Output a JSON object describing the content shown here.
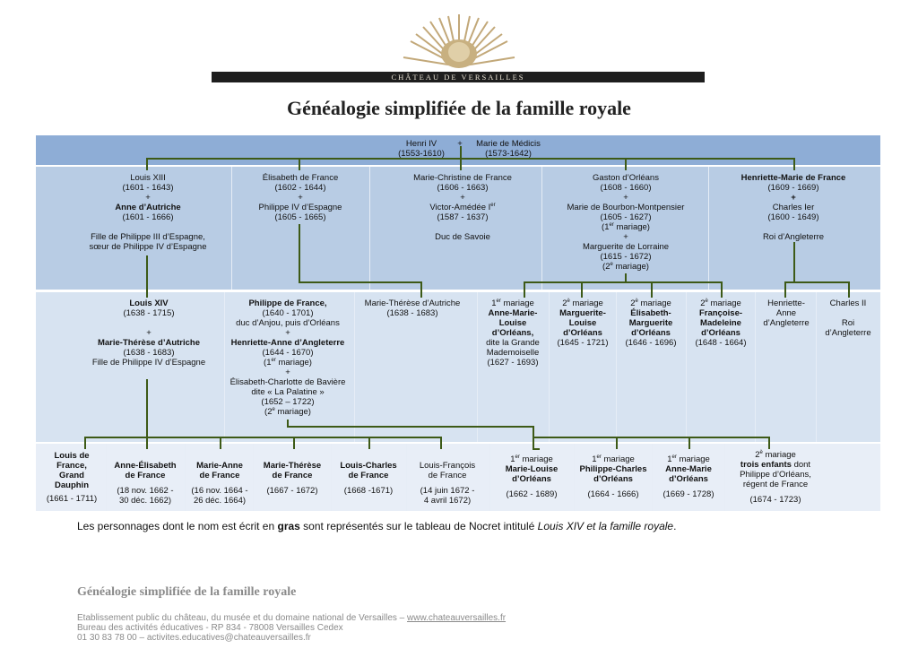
{
  "header": {
    "logo_text": "CHÂTEAU DE VERSAILLES",
    "title": "Généalogie simplifiée de la famille royale"
  },
  "gen1": {
    "henri": "Henri IV",
    "plus": "+",
    "marie": "Marie de Médicis",
    "henri_dates": "(1553-1610)",
    "marie_dates": "(1573-1642)"
  },
  "gen2": {
    "louis13": {
      "name": "Louis XIII",
      "dates": "(1601 - 1643)",
      "plus": "+",
      "spouse": "Anne d’Autriche",
      "spouse_dates": "(1601 - 1666)",
      "note1": "Fille de Philippe III d’Espagne,",
      "note2": "sœur de Philippe IV d’Espagne"
    },
    "elisabeth": {
      "name": "Élisabeth de France",
      "dates": "(1602 - 1644)",
      "plus": "+",
      "spouse": "Philippe IV d’Espagne",
      "spouse_dates": "(1605 - 1665)"
    },
    "christine": {
      "name": "Marie-Christine de France",
      "dates": "(1606 - 1663)",
      "plus": "+",
      "spouse": "Victor-Amédée I",
      "spouse_sup": "er",
      "spouse_dates": "(1587 - 1637)",
      "title": "Duc de Savoie"
    },
    "gaston": {
      "name": "Gaston d’Orléans",
      "dates": "(1608 - 1660)",
      "plus": "+",
      "spouse1": "Marie de Bourbon-Montpensier",
      "spouse1_dates": "(1605 - 1627)",
      "m1": "(1",
      "m1_sup": "er",
      "m1_end": " mariage)",
      "plus2": "+",
      "spouse2": "Marguerite de Lorraine",
      "spouse2_dates": "(1615 - 1672)",
      "m2": "(2",
      "m2_sup": "e",
      "m2_end": " mariage)"
    },
    "henriette": {
      "name": "Henriette-Marie de France",
      "dates": "(1609 - 1669)",
      "plus": "+",
      "spouse": "Charles Ier",
      "spouse_dates": "(1600 - 1649)",
      "title": "Roi d’Angleterre"
    }
  },
  "gen3": {
    "louis14": {
      "name": "Louis XIV",
      "dates": "(1638 - 1715)",
      "plus": "+",
      "spouse": "Marie-Thérèse d’Autriche",
      "spouse_dates": "(1638 - 1683)",
      "note": "Fille de Philippe IV d’Espagne"
    },
    "philippe": {
      "name": "Philippe de France,",
      "dates": "(1640 - 1701)",
      "titles": "duc d’Anjou, puis d’Orléans",
      "plus": "+",
      "spouse1": "Henriette-Anne d’Angleterre",
      "spouse1_dates": "(1644 - 1670)",
      "m1": "(1",
      "m1_sup": "er",
      "m1_end": " mariage)",
      "plus2": "+",
      "spouse2": "Élisabeth-Charlotte de Bavière",
      "spouse2_alias": "dite « La Palatine »",
      "spouse2_dates": "(1652 – 1722)",
      "m2": "(2",
      "m2_sup": "e",
      "m2_end": " mariage)"
    },
    "mt": {
      "name": "Marie-Thérèse d’Autriche",
      "dates": "(1638 - 1683)"
    },
    "ann_louise": {
      "pre": "1",
      "pre_sup": "er",
      "pre_end": " mariage",
      "l1": "Anne-Marie-",
      "l2": "Louise",
      "l3": "d’Orléans,",
      "l4": "dite la Grande",
      "l5": "Mademoiselle",
      "dates": "(1627 - 1693)"
    },
    "marg_louise": {
      "pre": "2",
      "pre_sup": "è",
      "pre_end": " mariage",
      "l1": "Marguerite-",
      "l2": "Louise",
      "l3": "d’Orléans",
      "dates": "(1645 - 1721)"
    },
    "elis_marg": {
      "pre": "2",
      "pre_sup": "è",
      "pre_end": " mariage",
      "l1": "Élisabeth-",
      "l2": "Marguerite",
      "l3": "d’Orléans",
      "dates": "(1646 - 1696)"
    },
    "fran_mad": {
      "pre": "2",
      "pre_sup": "è",
      "pre_end": " mariage",
      "l1": "Françoise-",
      "l2": "Madeleine",
      "l3": "d’Orléans",
      "dates": "(1648 - 1664)"
    },
    "henriette_anne": {
      "l1": "Henriette-",
      "l2": "Anne",
      "l3": "d’Angleterre"
    },
    "charles2": {
      "name": "Charles II",
      "title": "Roi",
      "title2": "d’Angleterre"
    }
  },
  "gen4": {
    "dauphin": {
      "l1": "Louis de",
      "l2": "France,",
      "l3": "Grand",
      "l4": "Dauphin",
      "dates": "(1661 - 1711)"
    },
    "anne_elis": {
      "l1": "Anne-Élisabeth",
      "l2": "de France",
      "d1": "(18 nov. 1662 -",
      "d2": "30 déc. 1662)"
    },
    "marie_anne": {
      "l1": "Marie-Anne",
      "l2": "de France",
      "d1": "(16 nov. 1664 -",
      "d2": "26 déc. 1664)"
    },
    "marie_therese": {
      "l1": "Marie-Thérèse",
      "l2": "de France",
      "dates": "(1667 - 1672)"
    },
    "louis_charles": {
      "l1": "Louis-Charles",
      "l2": "de France",
      "dates": "(1668 -1671)"
    },
    "louis_francois": {
      "l1": "Louis-François",
      "l2": "de France",
      "d1": "(14 juin 1672  -",
      "d2": "4 avril 1672)"
    },
    "marie_louise": {
      "pre": "1",
      "pre_sup": "er",
      "pre_end": " mariage",
      "l1": "Marie-Louise",
      "l2": "d’Orléans",
      "dates": "(1662 - 1689)"
    },
    "philippe_charles": {
      "pre": "1",
      "pre_sup": "er",
      "pre_end": " mariage",
      "l1": "Philippe-Charles",
      "l2": "d’Orléans",
      "dates": "(1664 - 1666)"
    },
    "anne_marie": {
      "pre": "1",
      "pre_sup": "er",
      "pre_end": " mariage",
      "l1": "Anne-Marie",
      "l2": "d’Orléans",
      "dates": "(1669 - 1728)"
    },
    "trois": {
      "pre": "2",
      "pre_sup": "è",
      "pre_end": " mariage",
      "bold": "trois enfants",
      "rest": " dont",
      "l2": "Philippe d’Orléans,",
      "l3": "régent de France",
      "dates": "(1674 - 1723)"
    }
  },
  "note": {
    "p1": "Les personnages dont le nom est écrit en ",
    "bold": "gras",
    "p2": " sont représentés sur le tableau de Nocret intitulé ",
    "italic": "Louis XIV et la famille royale",
    "p3": "."
  },
  "footer": {
    "title": "Généalogie simplifiée de la famille royale",
    "line1": "Etablissement public du château, du musée et du domaine national de Versailles – ",
    "link": "www.chateauversailles.fr",
    "line2": "Bureau des activités éducatives - RP 834 - 78008 Versailles Cedex",
    "line3": "01 30 83 78 00 – activites.educatives@chateauversailles.fr"
  },
  "colors": {
    "band1": "#8eadd6",
    "band2": "#b8cce4",
    "band3": "#d7e3f1",
    "band4": "#e8eef7",
    "line": "#3d5a17"
  }
}
